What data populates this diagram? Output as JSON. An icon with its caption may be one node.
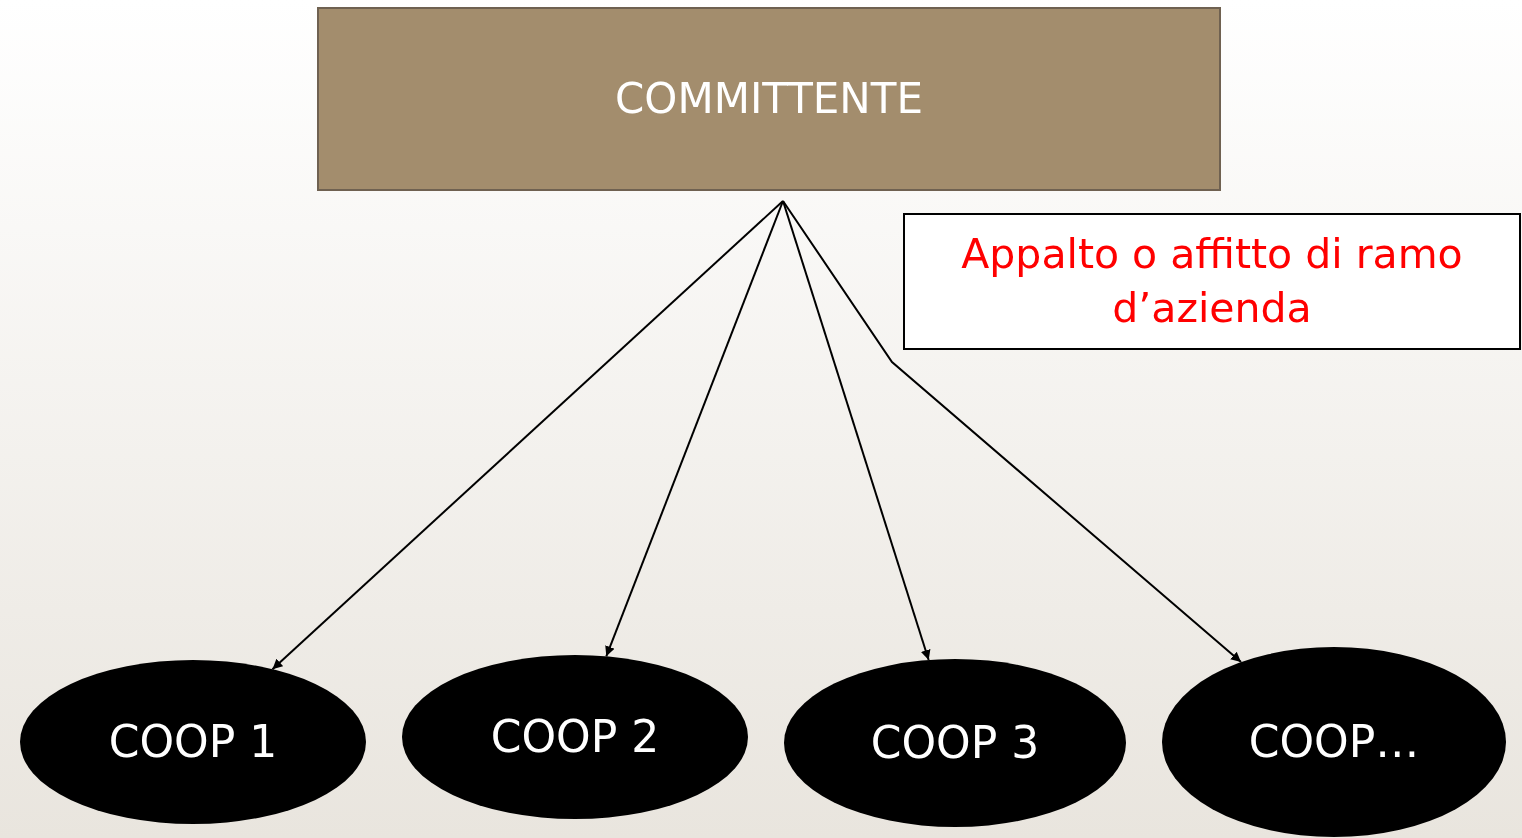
{
  "diagram": {
    "nodes": [
      {
        "text": [
          "COMMITTENTE"
        ]
      },
      {
        "text": [
          "COOP 1"
        ]
      },
      {
        "text": [
          "COOP 2"
        ]
      },
      {
        "text": [
          "COOP 3"
        ]
      },
      {
        "text": [
          "COOP…"
        ]
      },
      {
        "text": [
          "Appalto o affitto di ramo d’azienda"
        ]
      }
    ],
    "edges": [
      {
        "from": 0,
        "to": 1,
        "arrow": "to"
      },
      {
        "from": 0,
        "to": 2,
        "arrow": "to"
      },
      {
        "from": 0,
        "to": 3,
        "arrow": "to"
      },
      {
        "from": 0,
        "to": 4,
        "arrow": "to"
      }
    ]
  }
}
